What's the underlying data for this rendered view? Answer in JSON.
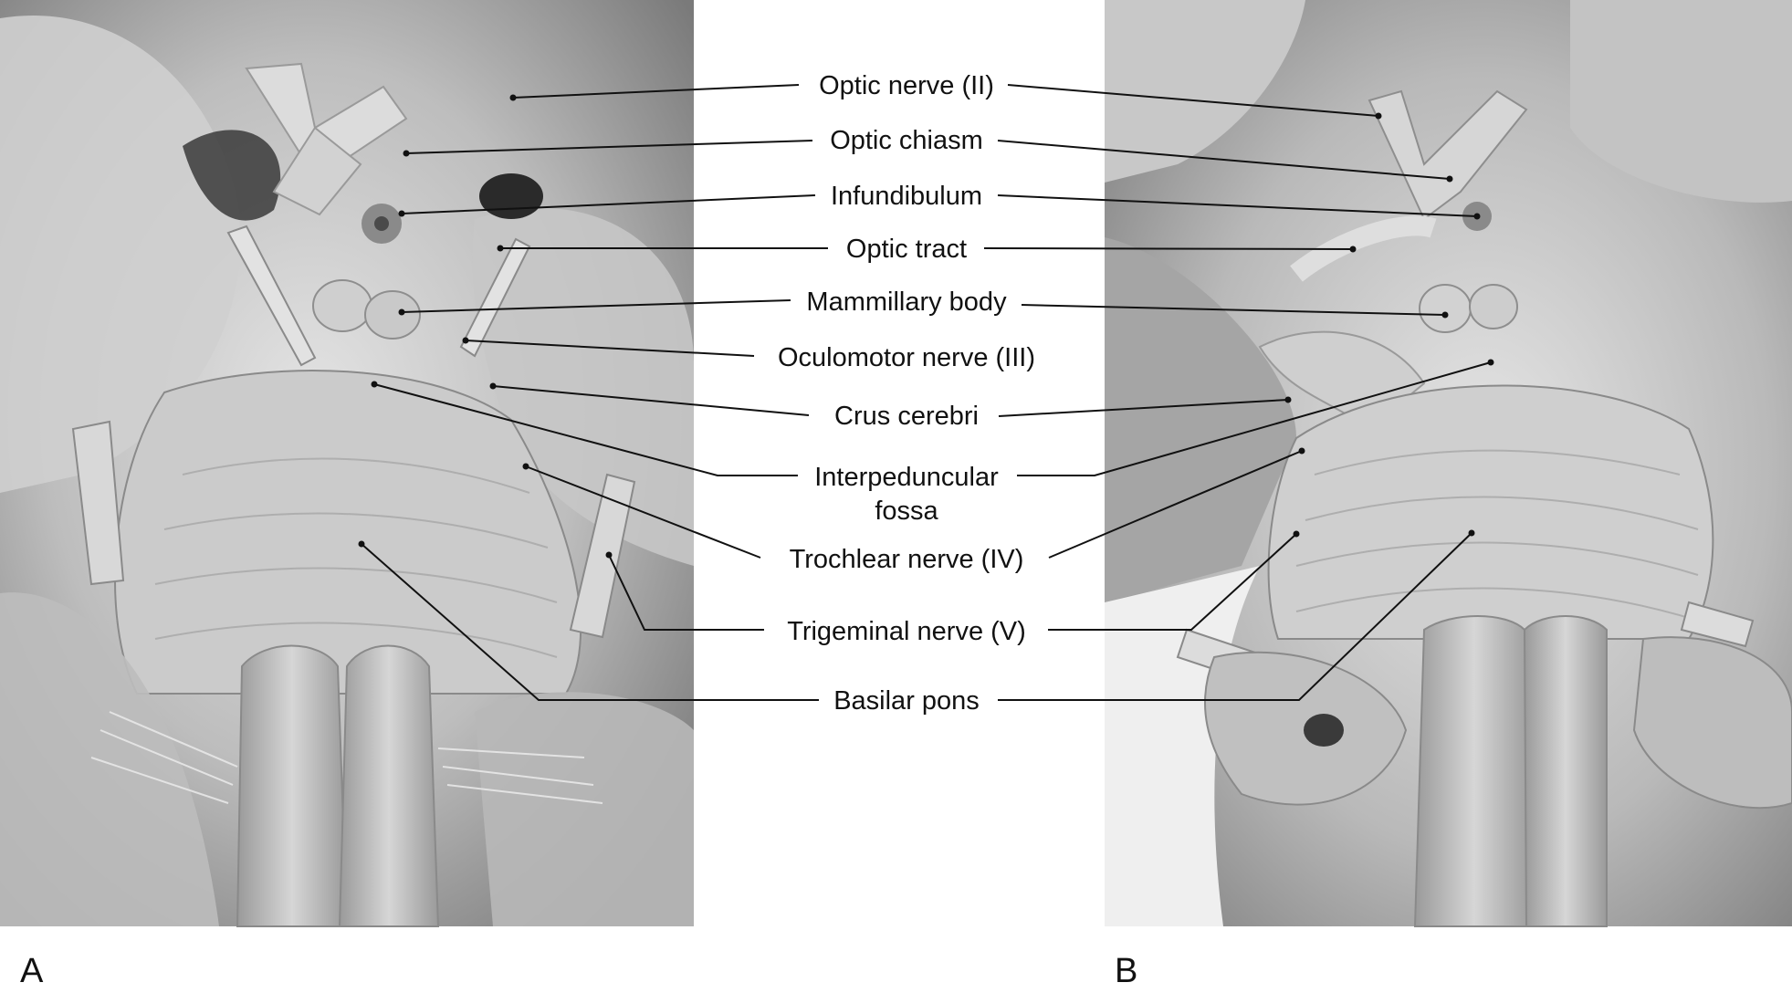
{
  "panels": [
    {
      "letter": "A"
    },
    {
      "letter": "B"
    }
  ],
  "labels": [
    {
      "id": "optic-nerve",
      "text": "Optic nerve (II)"
    },
    {
      "id": "optic-chiasm",
      "text": "Optic chiasm"
    },
    {
      "id": "infundibulum",
      "text": "Infundibulum"
    },
    {
      "id": "optic-tract",
      "text": "Optic tract"
    },
    {
      "id": "mammillary-body",
      "text": "Mammillary body"
    },
    {
      "id": "oculomotor-nerve",
      "text": "Oculomotor nerve (III)"
    },
    {
      "id": "crus-cerebri",
      "text": "Crus cerebri"
    },
    {
      "id": "interpeduncular-fossa",
      "text": "Interpeduncular",
      "text2": "fossa"
    },
    {
      "id": "trochlear-nerve",
      "text": "Trochlear nerve (IV)"
    },
    {
      "id": "trigeminal-nerve",
      "text": "Trigeminal nerve (V)"
    },
    {
      "id": "basilar-pons",
      "text": "Basilar pons"
    }
  ]
}
